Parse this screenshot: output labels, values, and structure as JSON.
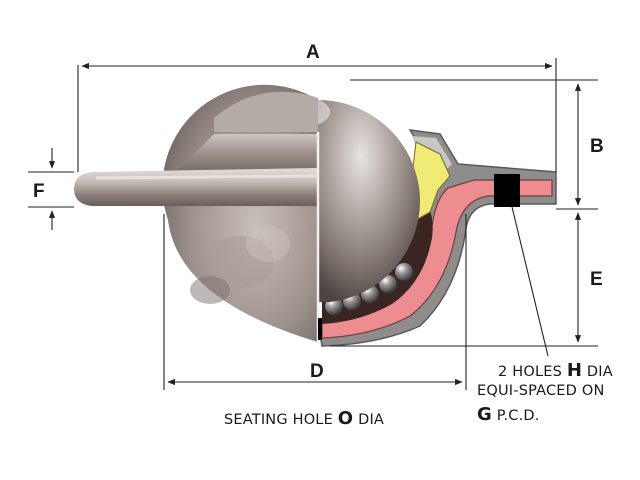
{
  "dimensions": {
    "a": "A",
    "b": "B",
    "d": "D",
    "e": "E",
    "f": "F"
  },
  "note_holes": {
    "prefix": "2 HOLES ",
    "key": "H",
    "suffix": " DIA",
    "line2": "EQUI-SPACED ON",
    "key2": "G",
    "suffix2": " P.C.D."
  },
  "note_seating": {
    "prefix": "SEATING HOLE ",
    "key": "O",
    "suffix": " DIA"
  },
  "colors": {
    "flange_outer": "#8f8d8c",
    "cup_pink": "#ee8d8f",
    "race_yellow": "#f1ea74",
    "hole_black": "#000000",
    "line": "#222222"
  }
}
